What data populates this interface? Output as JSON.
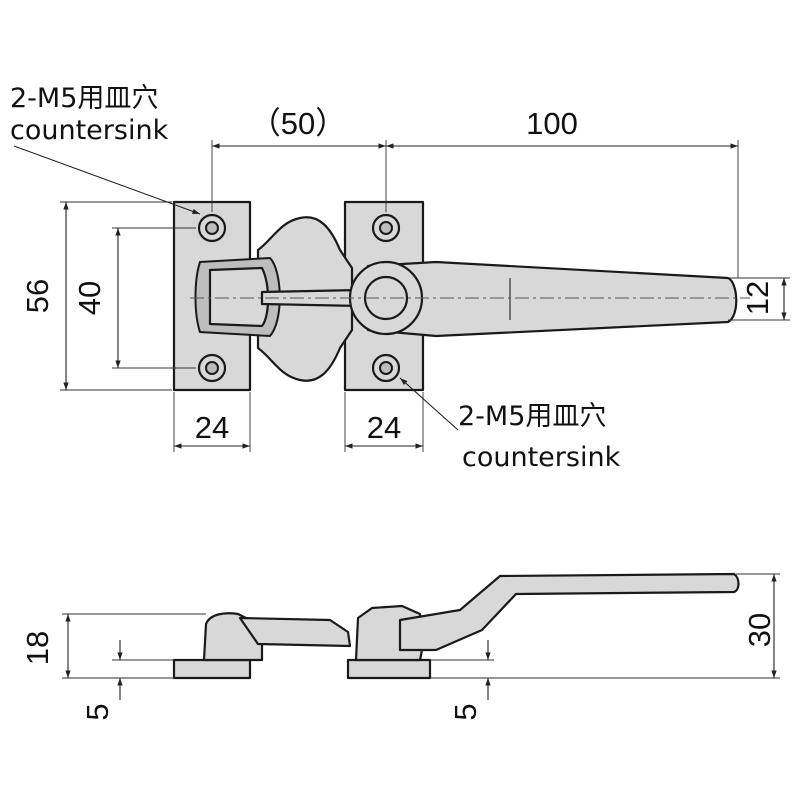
{
  "top_view": {
    "dim_pitch": "（50）",
    "dim_handle_length": "100",
    "dim_height_outer": "56",
    "dim_hole_pitch": "40",
    "dim_tip_width": "12",
    "dim_left_plate_width": "24",
    "dim_right_plate_width": "24",
    "note_left_line1": "2-M5用皿穴",
    "note_left_line2": "countersink",
    "note_right_line1": "2-M5用皿穴",
    "note_right_line2": "countersink"
  },
  "side_view": {
    "dim_left_height": "18",
    "dim_total_height": "30",
    "dim_left_base": "5",
    "dim_right_base": "5"
  }
}
